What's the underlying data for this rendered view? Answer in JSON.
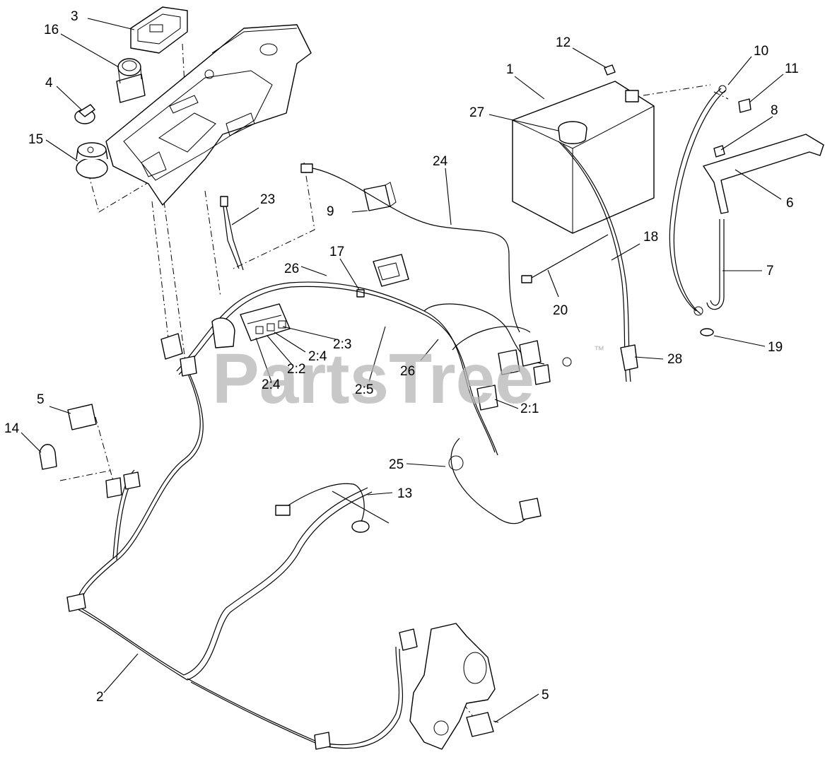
{
  "watermark": {
    "text": "PartsTree",
    "trademark": "™"
  },
  "callouts": [
    "1",
    "2",
    "2:1",
    "2:2",
    "2:3",
    "2:4",
    "2:4",
    "2:5",
    "3",
    "4",
    "5",
    "5",
    "6",
    "7",
    "8",
    "9",
    "10",
    "11",
    "12",
    "13",
    "14",
    "15",
    "16",
    "17",
    "18",
    "19",
    "20",
    "23",
    "24",
    "25",
    "26",
    "26",
    "27",
    "28"
  ]
}
